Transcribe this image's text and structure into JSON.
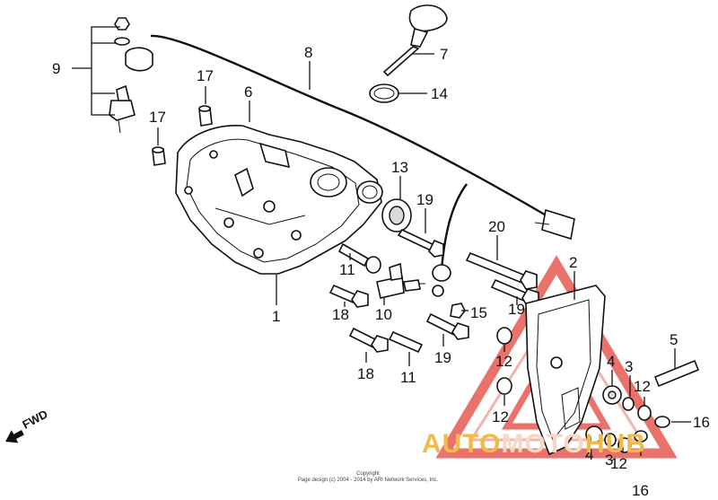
{
  "diagram": {
    "callouts": [
      {
        "id": "c9",
        "text": "9"
      },
      {
        "id": "c8",
        "text": "8"
      },
      {
        "id": "c7",
        "text": "7"
      },
      {
        "id": "c14",
        "text": "14"
      },
      {
        "id": "c17a",
        "text": "17"
      },
      {
        "id": "c6",
        "text": "6"
      },
      {
        "id": "c17b",
        "text": "17"
      },
      {
        "id": "c13",
        "text": "13"
      },
      {
        "id": "c19a",
        "text": "19"
      },
      {
        "id": "c20",
        "text": "20"
      },
      {
        "id": "c11a",
        "text": "11"
      },
      {
        "id": "c1",
        "text": "1"
      },
      {
        "id": "c18a",
        "text": "18"
      },
      {
        "id": "c10",
        "text": "10"
      },
      {
        "id": "c15",
        "text": "15"
      },
      {
        "id": "c19b",
        "text": "19"
      },
      {
        "id": "c2",
        "text": "2"
      },
      {
        "id": "c19c",
        "text": "19"
      },
      {
        "id": "c18b",
        "text": "18"
      },
      {
        "id": "c11b",
        "text": "11"
      },
      {
        "id": "c12a",
        "text": "12"
      },
      {
        "id": "c12b",
        "text": "12"
      },
      {
        "id": "c5",
        "text": "5"
      },
      {
        "id": "c4a",
        "text": "4"
      },
      {
        "id": "c3a",
        "text": "3"
      },
      {
        "id": "c12c",
        "text": "12"
      },
      {
        "id": "c16a",
        "text": "16"
      },
      {
        "id": "c4b",
        "text": "4"
      },
      {
        "id": "c3b",
        "text": "3"
      },
      {
        "id": "c12d",
        "text": "12"
      },
      {
        "id": "c16b",
        "text": "16"
      }
    ],
    "fwd_label": "FWD",
    "copyright_lines": [
      "Copyright",
      "Page design (c) 2004 - 2014 by ARI Network Services, Inc."
    ]
  },
  "watermark": {
    "auto": "AUTO",
    "moto": "MOTO",
    "hub": "HUB",
    "color_main": "#f2b94b",
    "color_triangle": "#e65a52"
  }
}
